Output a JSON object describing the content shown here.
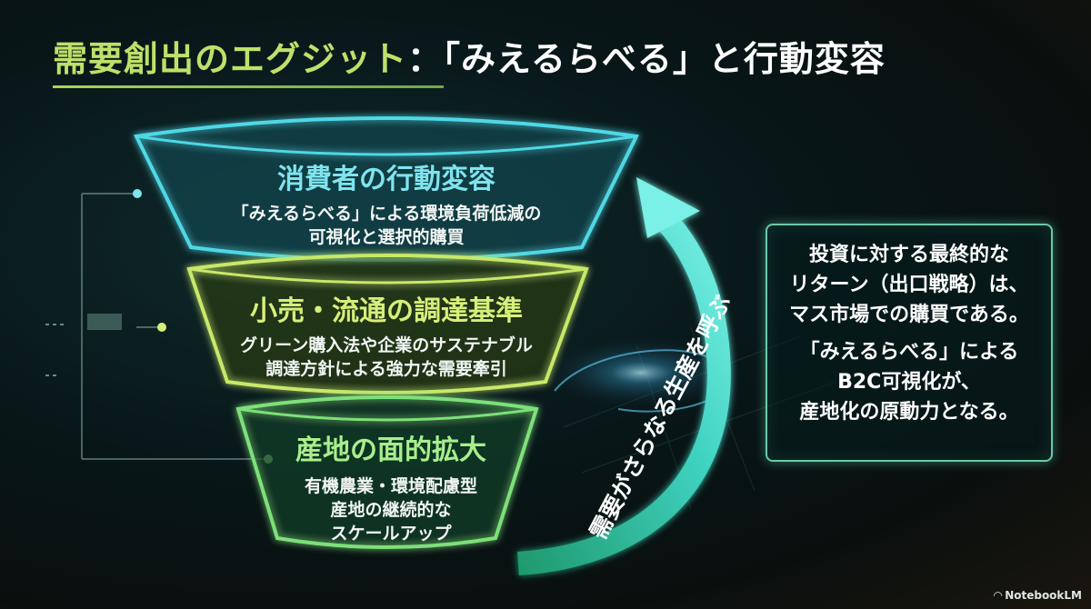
{
  "title": {
    "part1": "需要創出のエグジット",
    "part2": "：「みえるらべる」と行動変容"
  },
  "funnel": [
    {
      "heading": "消費者の行動変容",
      "desc": [
        "「みえるらべる」による環境負荷低減の",
        "可視化と選択的購買"
      ]
    },
    {
      "heading": "小売・流通の調達基準",
      "desc": [
        "グリーン購入法や企業のサステナブル",
        "調達方針による強力な需要牽引"
      ]
    },
    {
      "heading": "産地の面的拡大",
      "desc": [
        "有機農業・環境配慮型",
        "産地の継続的な",
        "スケールアップ"
      ]
    }
  ],
  "arrow_label": "需要がさらなる生産を呼ぶ",
  "box": {
    "para1": [
      "投資に対する最終的な",
      "リターン（出口戦略）は、",
      "マス市場での購買である。"
    ],
    "para2": [
      "「みえるらべる」による",
      "B2C可視化が、",
      "産地化の原動力となる。"
    ]
  },
  "brand": "NotebookLM",
  "colors": {
    "cyan": "#4fd8e6",
    "lime": "#c8e86a",
    "green": "#7ee07a",
    "title_accent": "#bfe06a"
  }
}
